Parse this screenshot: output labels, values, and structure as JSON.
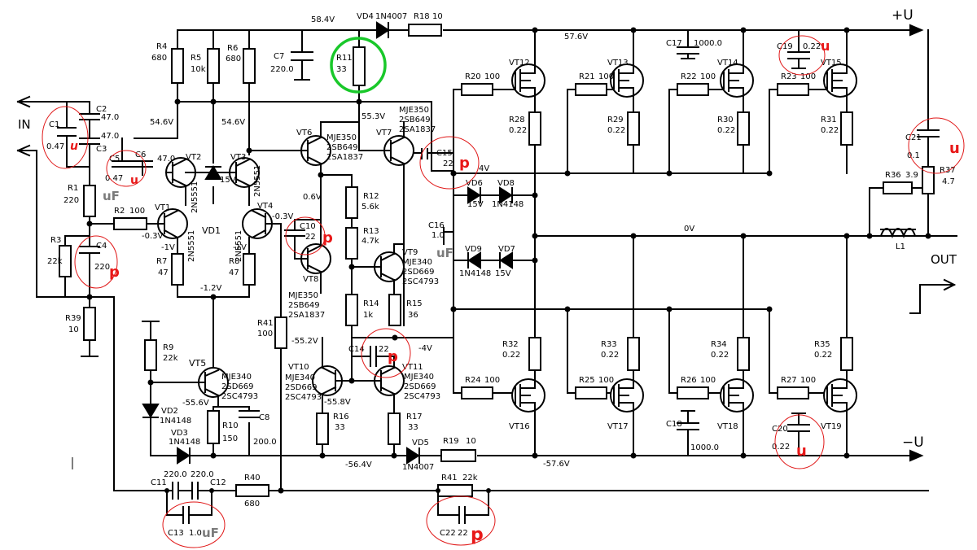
{
  "schematic": {
    "rails": {
      "positive": "+U",
      "negative": "−U"
    },
    "ports": {
      "input": "IN",
      "output": "OUT"
    },
    "voltages": {
      "v58_4": "58.4V",
      "v57_6": "57.6V",
      "v54_6a": "54.6V",
      "v54_6b": "54.6V",
      "v55_3": "55.3V",
      "v0_6": "0.6V",
      "vm0_3a": "-0.3V",
      "vm0_3b": "-0.3V",
      "vm1a": "-1V",
      "vm1b": "-1V",
      "vm1_2": "-1.2V",
      "vm55_2": "-55.2V",
      "vm55_6": "-55.6V",
      "vm55_8": "-55.8V",
      "vm56_4": "-56.4V",
      "vm57_6": "-57.6V",
      "v4": "4V",
      "vm4": "-4V",
      "v0": "0V"
    },
    "labels": {
      "R4": "R4",
      "R4v": "680",
      "R5": "R5",
      "R5v": "10k",
      "R6": "R6",
      "R6v": "680",
      "C7": "C7",
      "C7v": "220.0",
      "R11": "R11",
      "R11v": "33",
      "VD4": "VD4",
      "VD4p": "1N4007",
      "R18": "R18",
      "R18v": "10",
      "C1": "C1",
      "C1v": "0.47",
      "C2": "C2",
      "C2v": "47.0",
      "C3": "C3",
      "C3v": "47.0",
      "C5": "C5",
      "C5v": "0.47",
      "C6": "C6",
      "C6v": "47.0",
      "VT1": "VT1",
      "VT2": "VT2",
      "VT3": "VT3",
      "VT4": "VT4",
      "p2N5551a": "2N5551",
      "p2N5551b": "2N5551",
      "p2N5551c": "2N5551",
      "p2N5551d": "2N5551",
      "VD1": "VD1",
      "VD1v": "15V",
      "R1": "R1",
      "R1v": "220",
      "R2": "R2",
      "R2v": "100",
      "R3": "R3",
      "R3v": "22k",
      "C4": "C4",
      "C4v": "220",
      "R7": "R7",
      "R7v": "47",
      "R8": "R8",
      "R8v": "47",
      "R39": "R39",
      "R39v": "10",
      "VT6": "VT6",
      "VT7": "VT7",
      "VT8": "VT8",
      "VT9": "VT9",
      "VT10": "VT10",
      "VT11": "VT11",
      "mje350a": "MJE350",
      "s2sb649a": "2SB649",
      "s2sa1837a": "2SA1837",
      "mje350b": "MJE350",
      "s2sb649b": "2SB649",
      "s2sa1837b": "2SA1837",
      "mje350c": "MJE350",
      "s2sb649c": "2SB649",
      "s2sa1837c": "2SA1837",
      "mje340a": "MJE340",
      "s2sd669a": "2SD669",
      "s2sc4793a": "2SC4793",
      "mje340b": "MJE340",
      "s2sd669b": "2SD669",
      "s2sc4793b": "2SC4793",
      "mje340c": "MJE340",
      "s2sd669c": "2SD669",
      "s2sc4793c": "2SC4793",
      "mje340d": "MJE340",
      "s2sd669d": "2SD669",
      "s2sc4793d": "2SC4793",
      "C10": "C10",
      "C10v": "22",
      "C15": "C15",
      "C15v": "22",
      "R12": "R12",
      "R12v": "5.6k",
      "R13": "R13",
      "R13v": "4.7k",
      "R14": "R14",
      "R14v": "1k",
      "R15": "R15",
      "R15v": "36",
      "C16": "C16",
      "C16v": "1.0",
      "VD6": "VD6",
      "VD6v": "15V",
      "VD8": "VD8",
      "VD8p": "1N4148",
      "VD9": "VD9",
      "VD9p": "1N4148",
      "VD7": "VD7",
      "VD7v": "15V",
      "R41a": "R41",
      "R41av": "100",
      "C14": "C14",
      "C14v": "22",
      "R16": "R16",
      "R16v": "33",
      "R17": "R17",
      "R17v": "33",
      "R9": "R9",
      "R9v": "22k",
      "VT5": "VT5",
      "VD2": "VD2",
      "VD2p": "1N4148",
      "VD3": "VD3",
      "VD3p": "1N4148",
      "R10": "R10",
      "R10v": "150",
      "C8": "C8",
      "C8v": "200.0",
      "VD5": "VD5",
      "VD5p": "1N4007",
      "R19": "R19",
      "R19v": "10",
      "C11": "C11",
      "C11v": "220.0",
      "C12": "C12",
      "C12v": "220.0",
      "R40": "R40",
      "R40v": "680",
      "C13": "C13",
      "C13v": "1.0",
      "R41b": "R41",
      "R41bv": "22k",
      "C22": "C22",
      "C22v": "22",
      "R20": "R20",
      "R20v": "100",
      "R21": "R21",
      "R21v": "100",
      "R22": "R22",
      "R22v": "100",
      "R23": "R23",
      "R23v": "100",
      "VT12": "VT12",
      "VT13": "VT13",
      "VT14": "VT14",
      "VT15": "VT15",
      "C17": "C17",
      "C17v": "1000.0",
      "C19": "C19",
      "C19v": "0.22",
      "R28": "R28",
      "R28v": "0.22",
      "R29": "R29",
      "R29v": "0.22",
      "R30": "R30",
      "R30v": "0.22",
      "R31": "R31",
      "R31v": "0.22",
      "C21": "C21",
      "C21v": "0.1",
      "R37": "R37",
      "R37v": "4.7",
      "R36": "R36",
      "R36v": "3.9",
      "L1": "L1",
      "R32": "R32",
      "R32v": "0.22",
      "R33": "R33",
      "R33v": "0.22",
      "R34": "R34",
      "R34v": "0.22",
      "R35": "R35",
      "R35v": "0.22",
      "R24": "R24",
      "R24v": "100",
      "R25": "R25",
      "R25v": "100",
      "R26": "R26",
      "R26v": "100",
      "R27": "R27",
      "R27v": "100",
      "VT16": "VT16",
      "VT17": "VT17",
      "VT18": "VT18",
      "VT19": "VT19",
      "C18": "C18",
      "C18v": "1000.0",
      "C20": "C20",
      "C20v": "0.22"
    },
    "annotations": {
      "c1_u": "u",
      "c5_u": "u",
      "c5_uf": "uF",
      "c4_p": "p",
      "c10_p": "p",
      "c15_p": "p",
      "c14_p": "p",
      "c16_uf": "uF",
      "c19_u": "u",
      "c21_u": "u",
      "c20_u": "u",
      "c13_uf": "uF",
      "c22_p": "p",
      "mark_I": "I"
    },
    "colors": {
      "ink": "#000000",
      "mark_red": "#e01818",
      "highlight_green": "#19c82a",
      "pencil_gray": "#7b7b7b"
    }
  }
}
